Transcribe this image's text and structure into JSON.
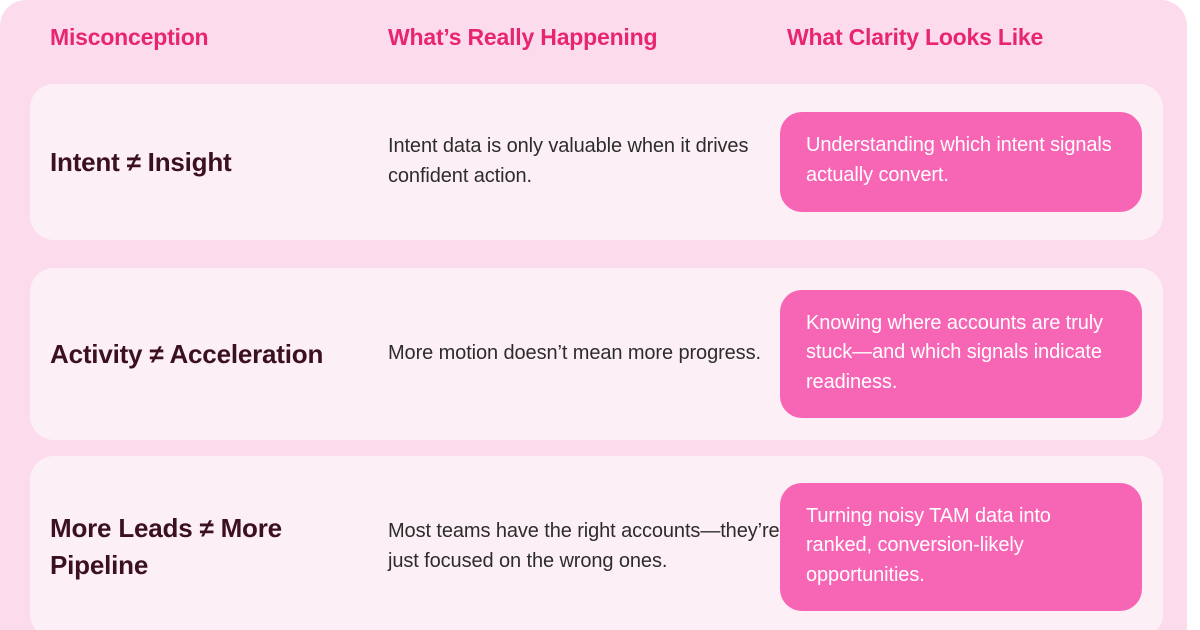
{
  "theme": {
    "page_background": "#ffffff",
    "frame_background": "#FCDCEC",
    "row_card_background": "#FDEFF6",
    "header_text_color": "#E8256F",
    "term_text_color": "#3B1020",
    "description_text_color": "#2C2C2C",
    "pill_background": "#F765B5",
    "pill_text_color": "#FFFFFF"
  },
  "table": {
    "columns": [
      {
        "key": "misconception",
        "label": "Misconception"
      },
      {
        "key": "happening",
        "label": "What’s Really Happening"
      },
      {
        "key": "clarity",
        "label": "What Clarity Looks Like"
      }
    ],
    "rows": [
      {
        "misconception": "Intent ≠ Insight",
        "happening": "Intent data is only valuable when it drives confident action.",
        "clarity": "Understanding which intent signals actually convert."
      },
      {
        "misconception": "Activity ≠ Acceleration",
        "happening": "More motion doesn’t mean more progress.",
        "clarity": "Knowing where accounts are truly stuck—and which signals indicate readiness."
      },
      {
        "misconception": "More Leads ≠ More Pipeline",
        "happening": "Most teams have the right accounts—they’re just focused on the wrong ones.",
        "clarity": "Turning noisy TAM data into ranked, conversion-likely opportunities."
      }
    ]
  }
}
